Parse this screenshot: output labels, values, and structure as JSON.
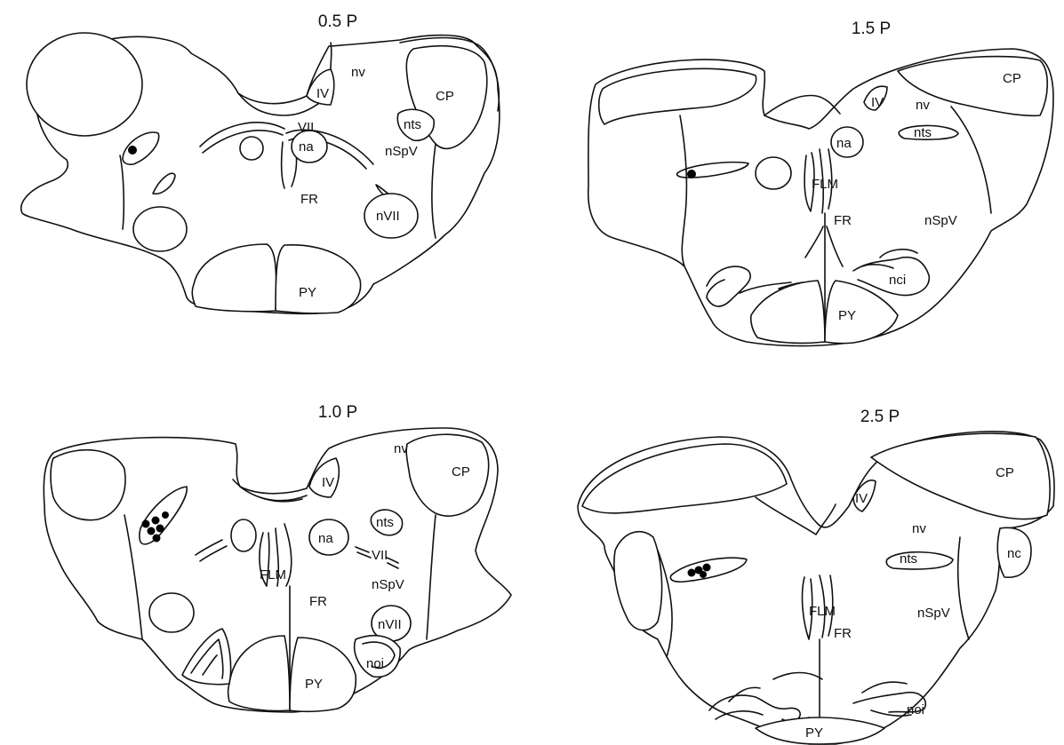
{
  "panels": [
    {
      "id": "p05",
      "title": "0.5 P",
      "labels": {
        "nv": "nv",
        "IV": "IV",
        "CP": "CP",
        "VII": "VII",
        "nts": "nts",
        "na": "na",
        "nSpV": "nSpV",
        "FR": "FR",
        "nVII": "nVII",
        "PY": "PY"
      }
    },
    {
      "id": "p15",
      "title": "1.5 P",
      "labels": {
        "CP": "CP",
        "IV": "IV",
        "nv": "nv",
        "na": "na",
        "nts": "nts",
        "FLM": "FLM",
        "FR": "FR",
        "nSpV": "nSpV",
        "nci": "nci",
        "PY": "PY"
      }
    },
    {
      "id": "p10",
      "title": "1.0 P",
      "labels": {
        "nv": "nv",
        "CP": "CP",
        "IV": "IV",
        "nts": "nts",
        "na": "na",
        "VII": "VII",
        "FLM": "FLM",
        "nSpV": "nSpV",
        "FR": "FR",
        "nVII": "nVII",
        "noi": "noi",
        "PY": "PY"
      }
    },
    {
      "id": "p25",
      "title": "2.5 P",
      "labels": {
        "CP": "CP",
        "IV": "IV",
        "nv": "nv",
        "nts": "nts",
        "nc": "nc",
        "FLM": "FLM",
        "nSpV": "nSpV",
        "FR": "FR",
        "noi": "noi",
        "PY": "PY"
      }
    }
  ],
  "colors": {
    "line": "#111111",
    "dot": "#000000",
    "background": "#ffffff"
  }
}
